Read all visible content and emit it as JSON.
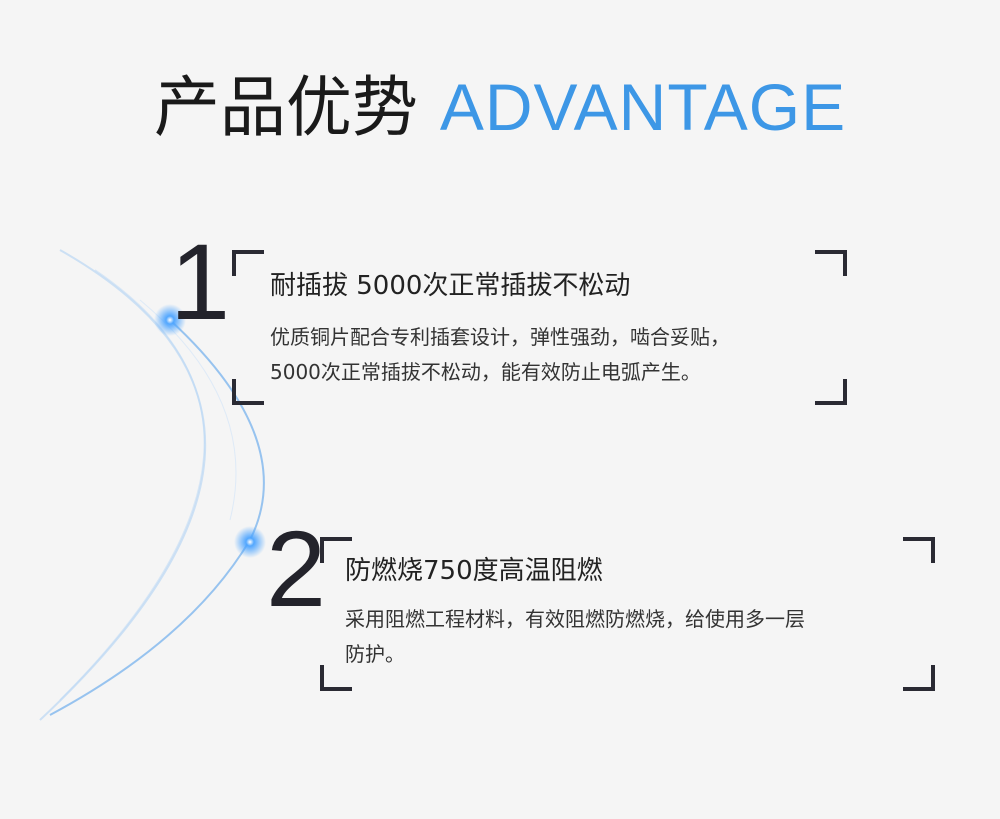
{
  "heading": {
    "cn": "产品优势",
    "en": "ADVANTAGE"
  },
  "features": [
    {
      "number": "1",
      "title": "耐插拔 5000次正常插拔不松动",
      "desc": [
        "优质铜片配合专利插套设计，弹性强劲，啮合妥贴，",
        "5000次正常插拔不松动，能有效防止电弧产生。"
      ]
    },
    {
      "number": "2",
      "title": "防燃烧750度高温阻燃",
      "desc": [
        "采用阻燃工程材料，有效阻燃防燃烧，给使用多一层",
        "防护。"
      ]
    }
  ],
  "colors": {
    "accent": "#3d97e6",
    "text": "#222222",
    "frame": "#2a2a33",
    "glow": "#2f8cf0"
  }
}
